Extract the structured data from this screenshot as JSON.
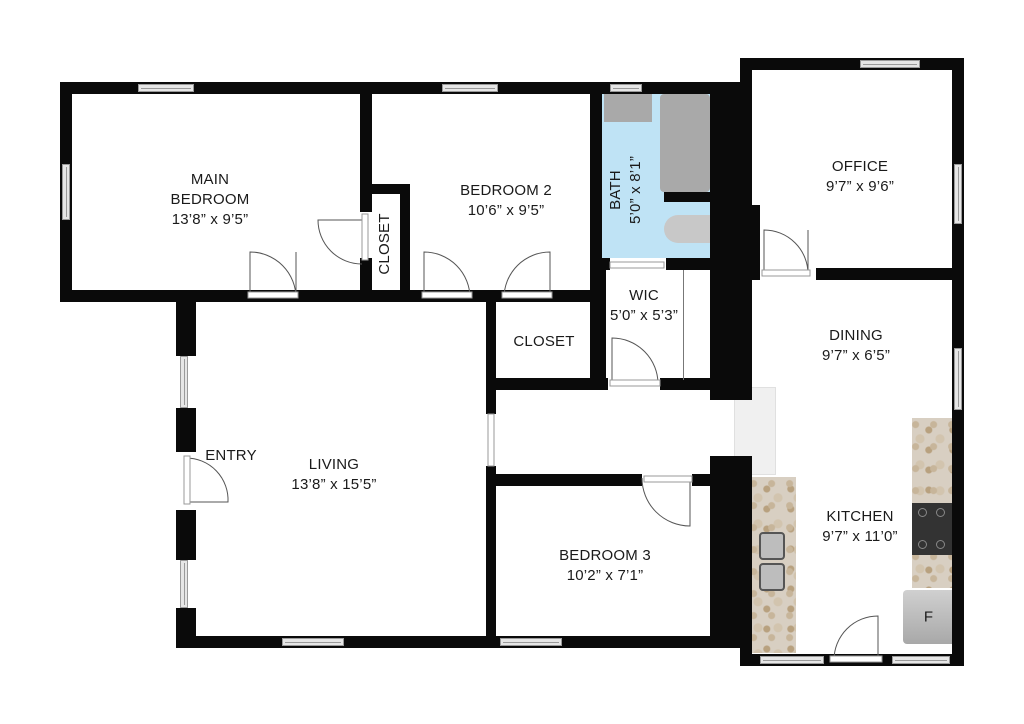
{
  "floorplan": {
    "rooms": [
      {
        "id": "main-bedroom",
        "name_line1": "MAIN",
        "name_line2": "BEDROOM",
        "dims": "13’8” x 9’5”"
      },
      {
        "id": "bedroom-2",
        "name": "BEDROOM 2",
        "dims": "10’6” x 9’5”"
      },
      {
        "id": "bath",
        "name": "BATH",
        "dims": "5’0” x 8’1”"
      },
      {
        "id": "office",
        "name": "OFFICE",
        "dims": "9’7” x 9’6”"
      },
      {
        "id": "closet-main",
        "name": "CLOSET"
      },
      {
        "id": "closet-hall",
        "name": "CLOSET"
      },
      {
        "id": "wic",
        "name": "WIC",
        "dims": "5’0” x 5’3”"
      },
      {
        "id": "dining",
        "name": "DINING",
        "dims": "9’7” x 6’5”"
      },
      {
        "id": "entry",
        "name": "ENTRY"
      },
      {
        "id": "living",
        "name": "LIVING",
        "dims": "13’8” x 15’5”"
      },
      {
        "id": "kitchen",
        "name": "KITCHEN",
        "dims": "9’7” x 11’0”"
      },
      {
        "id": "bedroom-3",
        "name": "BEDROOM 3",
        "dims": "10’2” x 7’1”"
      }
    ],
    "appliances": {
      "fridge_label": "F"
    },
    "colors": {
      "wall": "#0a0a0a",
      "bath_floor": "#bfe3f5",
      "fixture": "#a9a9a9",
      "countertop": "#d8cfc2"
    }
  }
}
